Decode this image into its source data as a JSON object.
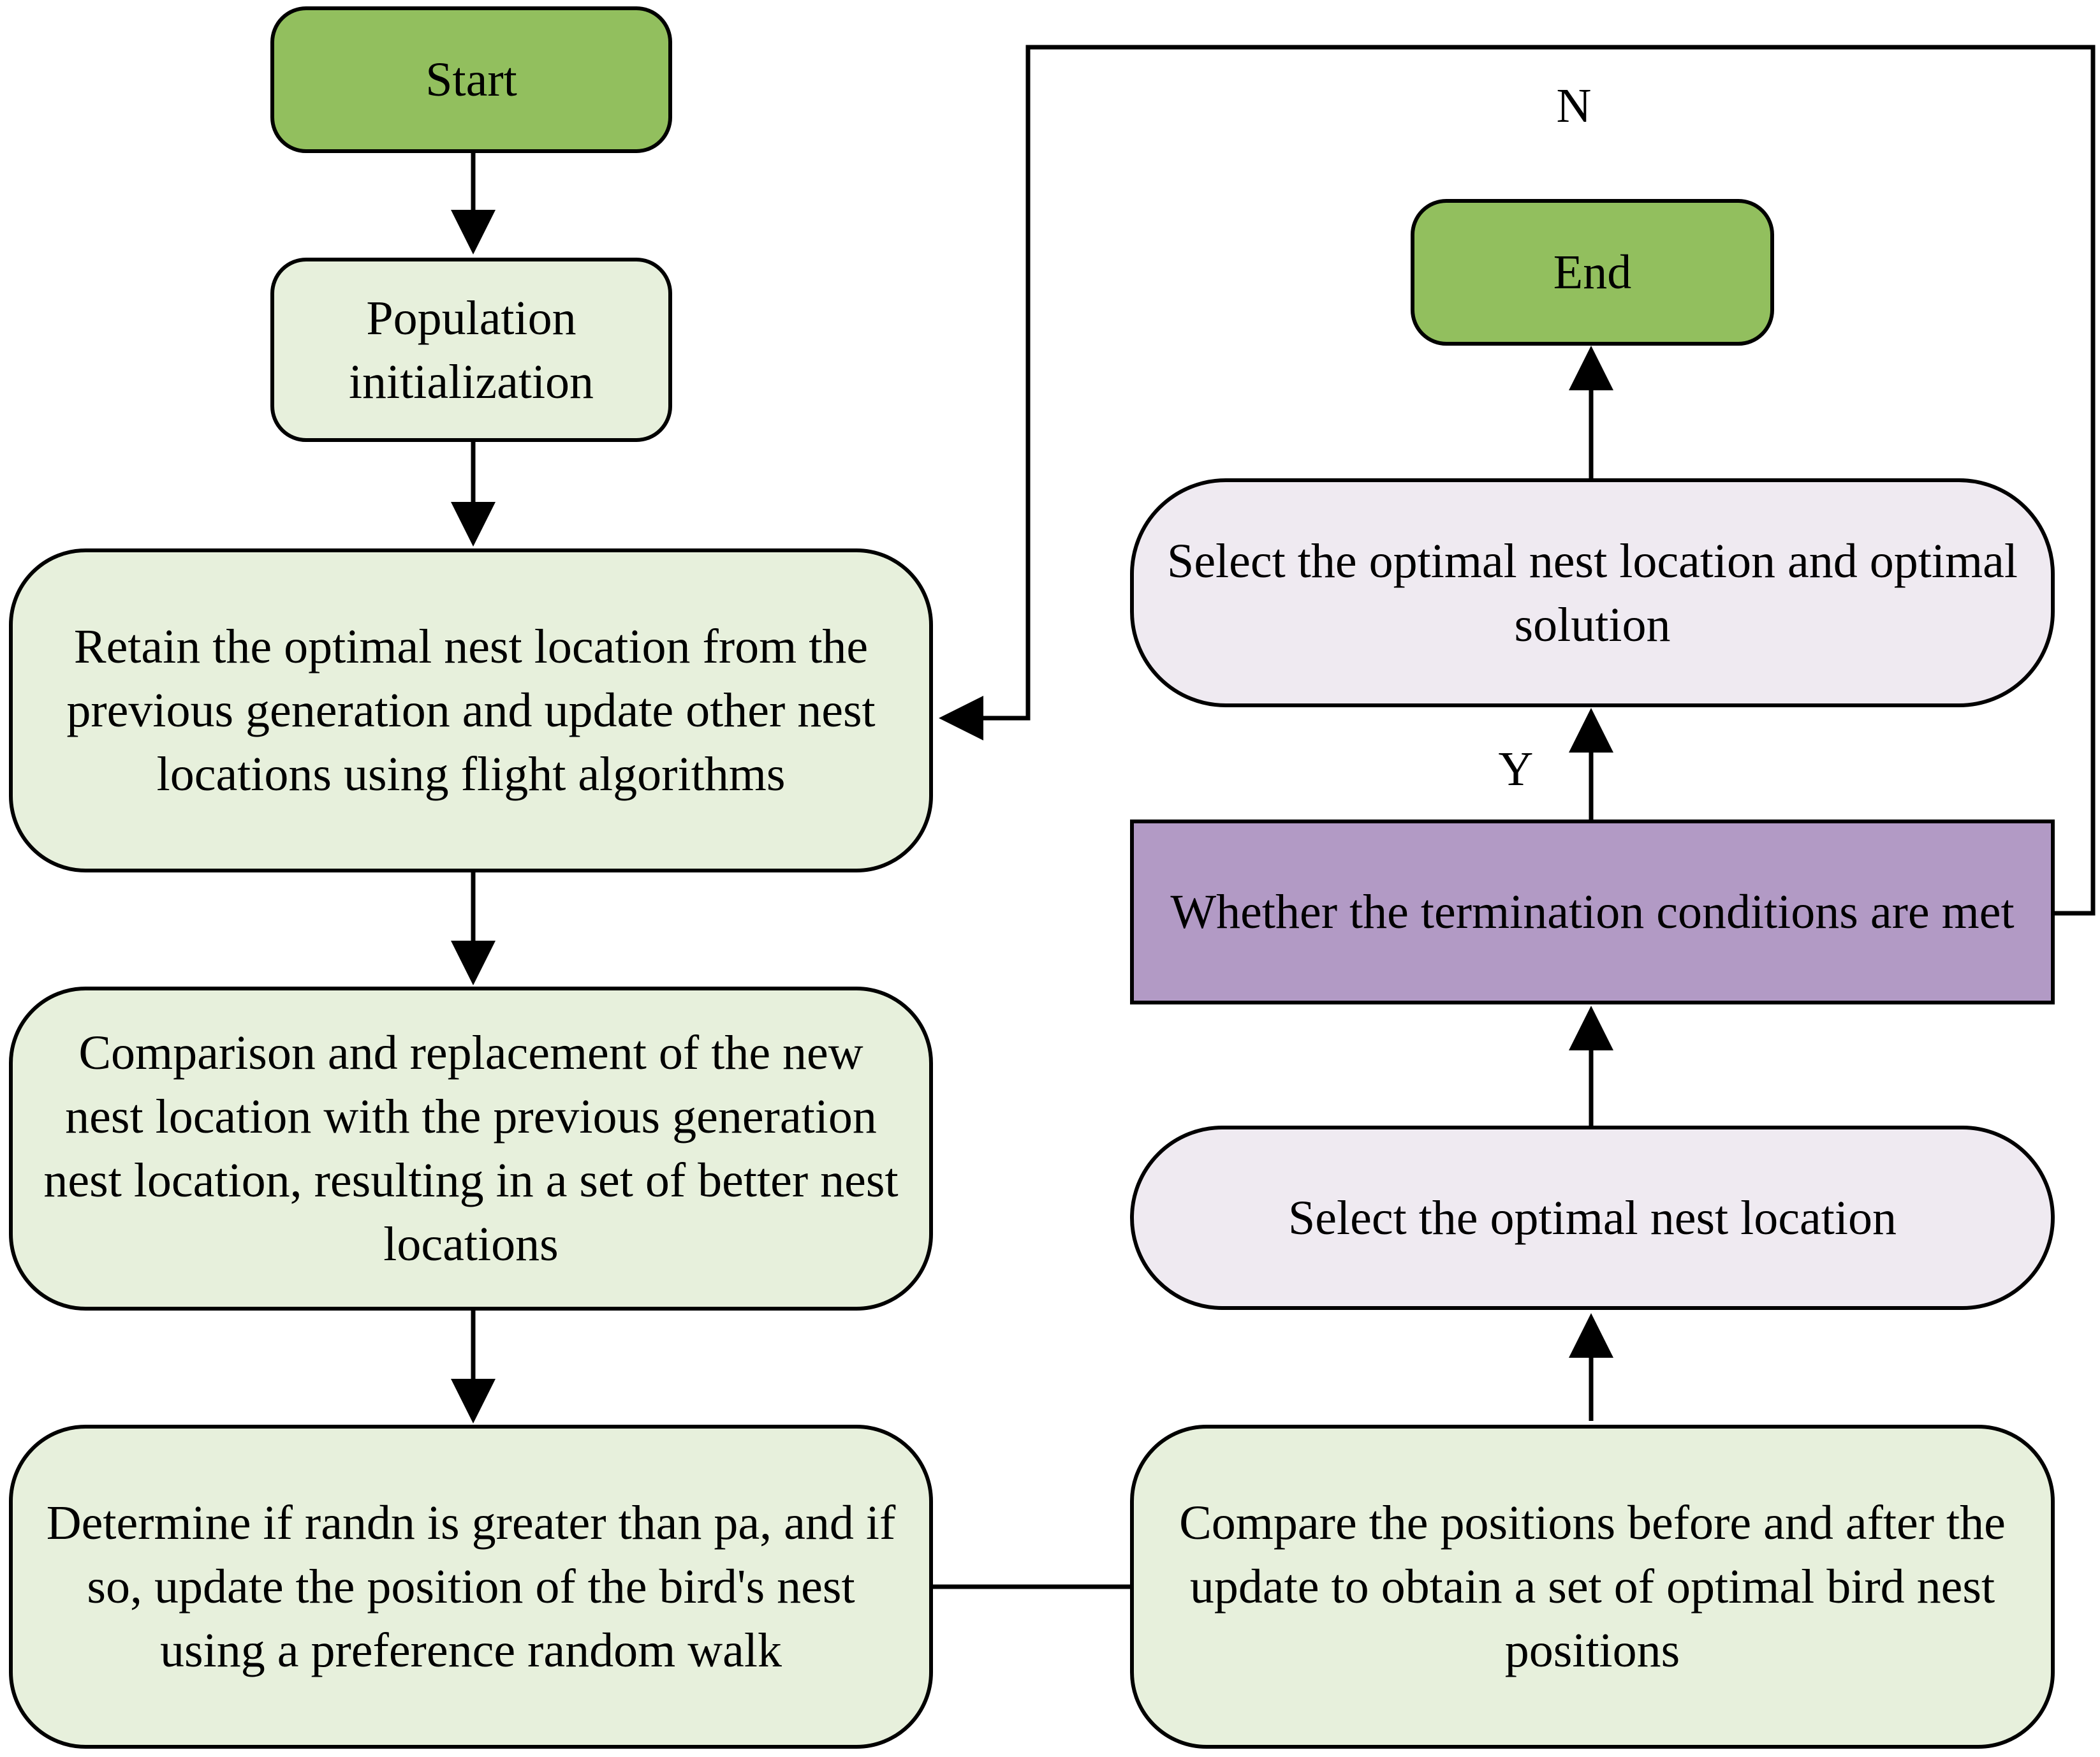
{
  "nodes": {
    "start": "Start",
    "population_init": "Population initialization",
    "retain_update": "Retain the optimal nest location from the previous generation and update other nest locations using flight algorithms",
    "compare_replace": "Comparison and replacement of the new nest location with the previous generation nest location, resulting in a set of better nest locations",
    "determine_randn": "Determine if randn is greater than pa, and if so, update the position of the bird's nest using a preference random walk",
    "compare_positions": "Compare the positions before and after the update to obtain a set of optimal bird nest positions",
    "select_optimal": "Select the optimal nest location",
    "termination_check": "Whether the termination conditions are met",
    "select_optimal_solution": "Select the optimal nest location and optimal solution",
    "end": "End"
  },
  "labels": {
    "no": "N",
    "yes": "Y"
  },
  "colors": {
    "terminal_fill": "#92bf5e",
    "process_green_fill": "#e7f0dc",
    "process_lilac_fill": "#efeaf1",
    "decision_fill": "#b29ac5",
    "stroke": "#000000"
  }
}
